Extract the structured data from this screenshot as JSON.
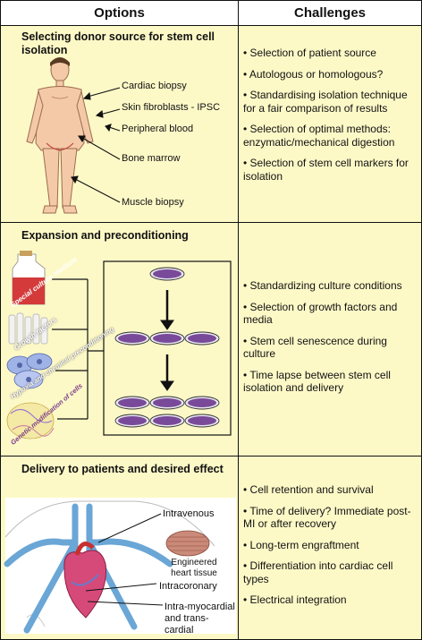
{
  "header": {
    "options": "Options",
    "challenges": "Challenges"
  },
  "sections": [
    {
      "title": "Selecting donor source for stem cell isolation",
      "labels": [
        "Cardiac biopsy",
        "Skin fibroblasts - IPSC",
        "Peripheral blood",
        "Bone marrow",
        "Muscle biopsy"
      ],
      "challenges": [
        "• Selection of patient source",
        "• Autologous or homologous?",
        "• Standardising isolation technique for a fair comparison of results",
        "• Selection of optimal methods: enzymatic/mechanical digestion",
        "• Selection of stem cell markers for isolation"
      ]
    },
    {
      "title": "Expansion and preconditioning",
      "labels": [
        "Special culture medium",
        "Growth factors",
        "Hypoxia and chemical preconditioning",
        "Genetic modification of cells"
      ],
      "challenges": [
        "• Standardizing culture conditions",
        "• Selection of growth factors and media",
        "• Stem cell senescence during culture",
        "• Time lapse between stem cell isolation and delivery"
      ]
    },
    {
      "title": "Delivery to patients and desired effect",
      "labels": [
        "Intravenous",
        "Engineered heart tissue",
        "Intracoronary",
        "Intra-myocardial and trans-cardial"
      ],
      "challenges": [
        "• Cell retention and survival",
        "• Time of delivery? Immediate post-MI or after recovery",
        "• Long-term engraftment",
        "• Differentiation into cardiac cell types",
        "• Electrical integration"
      ]
    }
  ]
}
